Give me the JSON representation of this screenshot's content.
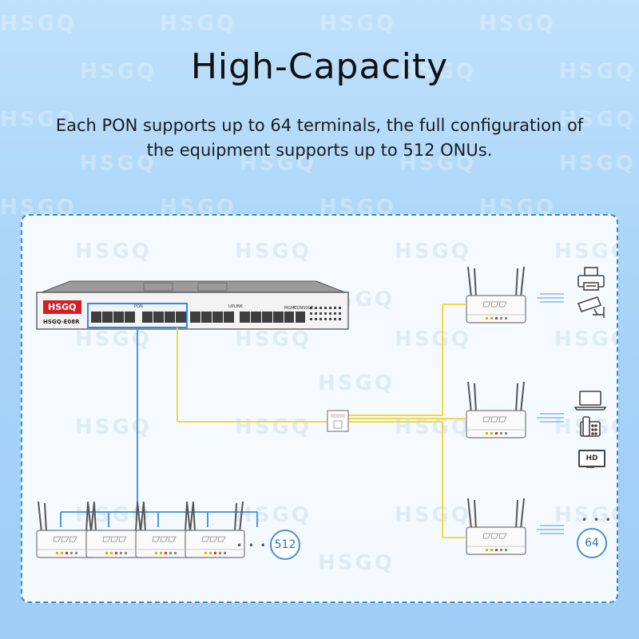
{
  "watermark": "HSGQ",
  "heading": {
    "title": "High-Capacity",
    "subtitle_line1": "Each PON supports up to 64 terminals, the full configuration of",
    "subtitle_line2": "the equipment supports up to 512 ONUs."
  },
  "olt": {
    "brand": "HSGQ",
    "model": "HSGQ-E08R",
    "port_labels": {
      "pon": "PON",
      "uplink": "UPLINK",
      "mgmt": "MGMT",
      "console": "CONSOLE"
    }
  },
  "devices": {
    "hd_label": "HD",
    "ellipsis": "• • •"
  },
  "counts": {
    "total_onus": "512",
    "per_pon": "64"
  },
  "colors": {
    "fiber_blue": "#3b8ee0",
    "fiber_yellow": "#f5d423",
    "accent": "#3a86d8",
    "brand_red": "#d21f26"
  }
}
